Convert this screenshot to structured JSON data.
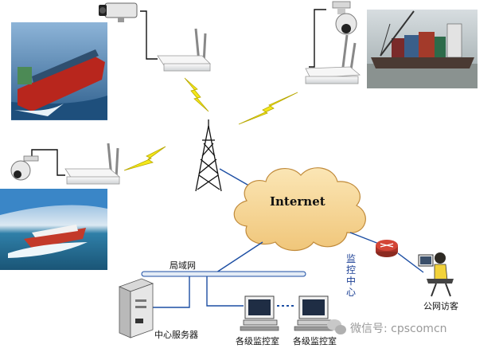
{
  "cloud_label": "Internet",
  "lan_label": "局域网",
  "server_label": "中心服务器",
  "monitor_room_label_1": "各级监控室",
  "monitor_room_label_2": "各级监控室",
  "center_label": "监控中心",
  "public_access_label": "公网访客",
  "watermark": "微信号: cpscomcn",
  "icons": [
    "ptz-camera-icon",
    "box-camera-icon",
    "wireless-router-icon",
    "radio-tower-icon",
    "lightning-icon",
    "cloud-icon",
    "network-router-icon",
    "server-icon",
    "computer-icon",
    "user-workstation-icon",
    "wechat-icon"
  ],
  "colors": {
    "cloud": "#f2cf8a",
    "lightning": "#f4e81a",
    "router": "#c0392b",
    "line": "#1c4ea3"
  }
}
